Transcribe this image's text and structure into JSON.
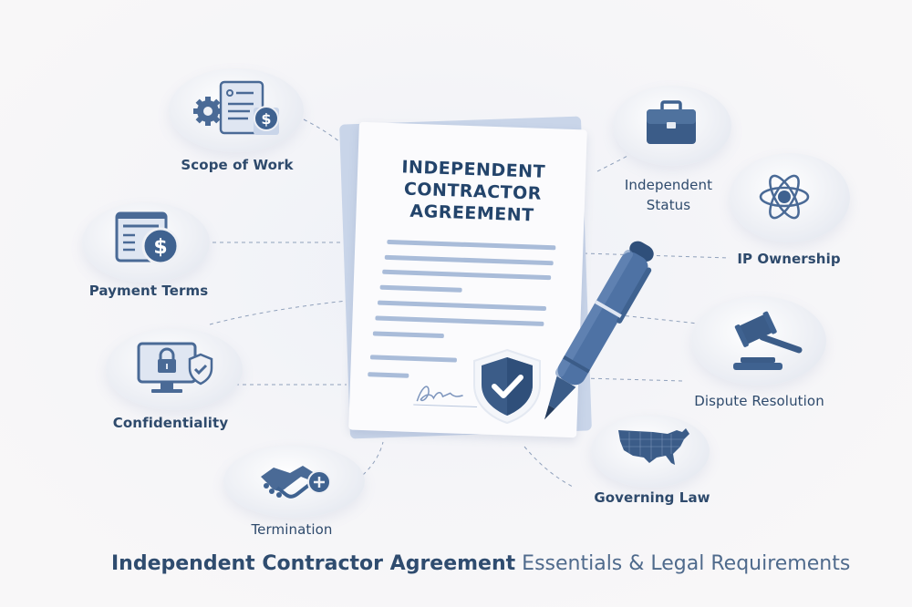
{
  "document": {
    "title_line1": "INDEPENDENT",
    "title_line2": "CONTRACTOR",
    "title_line3": "AGREEMENT"
  },
  "topics": [
    {
      "id": "scope-of-work",
      "label": "Scope of Work",
      "icon": "gear-document-dollar-icon"
    },
    {
      "id": "payment-terms",
      "label": "Payment Terms",
      "icon": "invoice-dollar-icon"
    },
    {
      "id": "confidentiality",
      "label": "Confidentiality",
      "icon": "monitor-lock-shield-icon"
    },
    {
      "id": "termination",
      "label": "Termination",
      "icon": "handshake-icon"
    },
    {
      "id": "independent-status",
      "label_line1": "Independent",
      "label_line2": "Status",
      "icon": "briefcase-icon"
    },
    {
      "id": "ip-ownership",
      "label": "IP Ownership",
      "icon": "atom-icon"
    },
    {
      "id": "dispute-resolution",
      "label": "Dispute Resolution",
      "icon": "gavel-icon"
    },
    {
      "id": "governing-law",
      "label": "Governing Law",
      "icon": "us-map-icon"
    }
  ],
  "footer": {
    "title_bold": "Independent Contractor Agreement",
    "title_light": " Essentials & Legal Requirements"
  },
  "colors": {
    "primary": "#2e4a6c",
    "icon_blue": "#3f6290",
    "accent_light": "#a9bcd9",
    "background": "#f7f6f7"
  }
}
